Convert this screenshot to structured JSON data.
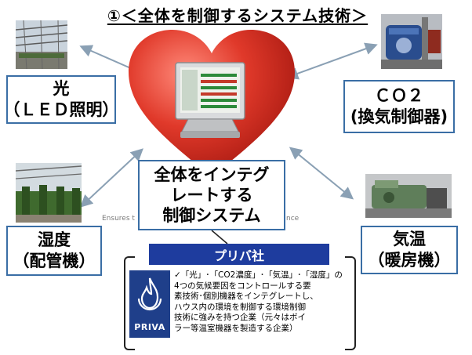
{
  "title": "①＜全体を制御するシステム技術＞",
  "labels": {
    "light_line1": "光",
    "light_line2": "（ＬＥＤ照明）",
    "co2_line1": "ＣＯ２",
    "co2_line2": "(換気制御器)",
    "humidity_line1": "湿度",
    "humidity_line2": "（配管機）",
    "temp_line1": "気温",
    "temp_line2": "（暖房機）"
  },
  "center": {
    "line1": "全体をインテグ",
    "line2": "レートする",
    "line3": "制御システム"
  },
  "caption_left": "Ensures t",
  "caption_right": "nce",
  "company": {
    "name": "プリバ社",
    "logo_text": "PRIVA",
    "description_lines": [
      "✓「光」･「CO2濃度」･「気温」･「湿度」の",
      "4つの気候要因をコントロールする要",
      "素技術･個別機器をインテグレートし、",
      "ハウス内の環境を制御する環境制御",
      "技術に強みを持つ企業（元々はボイ",
      "ラー等温室機器を製造する企業）"
    ]
  },
  "colors": {
    "heart": "#d42a1e",
    "box_border": "#3a6ea5",
    "company_bar": "#1e3c9e",
    "logo_bg": "#1f3f8a"
  },
  "icons": {
    "logo": "flame-in-circle-icon"
  }
}
